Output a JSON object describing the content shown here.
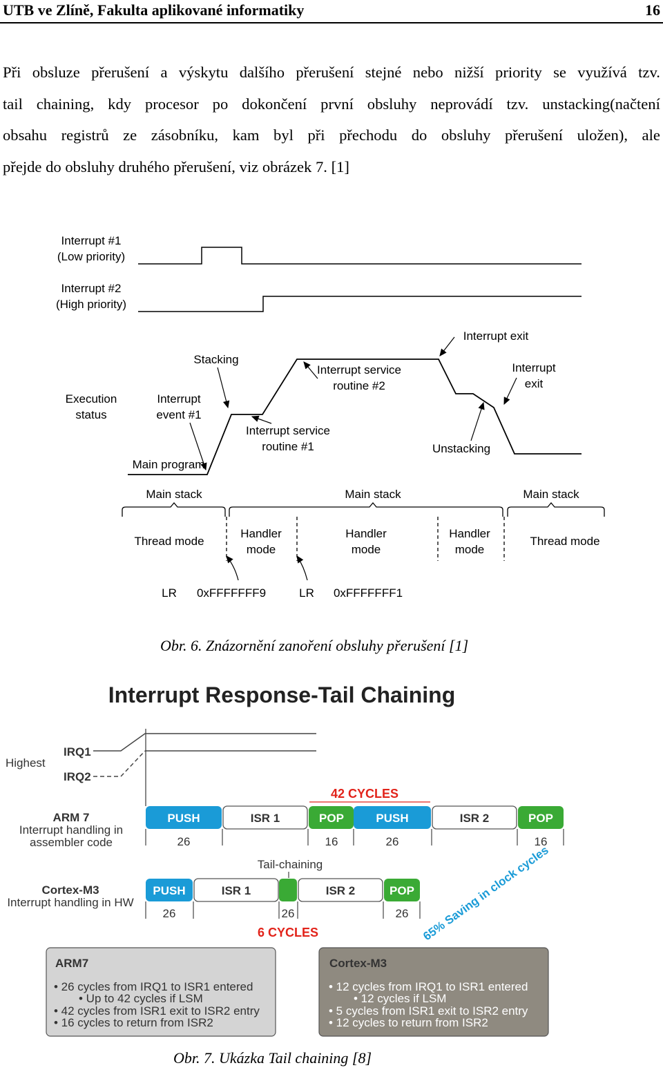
{
  "header": {
    "left": "UTB ve Zlíně, Fakulta aplikované informatiky",
    "right": "16"
  },
  "paragraph": {
    "lines": [
      "Při obsluze přerušení a výskytu dalšího přerušení stejné nebo nižší priority se využívá tzv.",
      "tail chaining, kdy procesor po dokončení první obsluhy neprovádí tzv. unstacking(načtení",
      "obsahu registrů ze zásobníku, kam byl při přechodu do obsluhy přerušení uložen), ale",
      "přejde do obsluhy druhého přerušení, viz obrázek 7. [1]"
    ]
  },
  "figure6": {
    "irq1": [
      "Interrupt #1",
      "(Low priority)"
    ],
    "irq2": [
      "Interrupt #2",
      "(High priority)"
    ],
    "exec_status": [
      "Execution",
      "status"
    ],
    "stacking": "Stacking",
    "interrupt_event": [
      "Interrupt",
      "event #1"
    ],
    "isr1": [
      "Interrupt service",
      "routine #1"
    ],
    "isr2": [
      "Interrupt service",
      "routine #2"
    ],
    "interrupt_exit_top": "Interrupt exit",
    "interrupt_exit_right": [
      "Interrupt",
      "exit"
    ],
    "unstacking": "Unstacking",
    "main_program": "Main program",
    "main_stack": [
      "Main stack",
      "Main stack",
      "Main stack"
    ],
    "thread_mode_1": "Thread mode",
    "handler_mode_1": [
      "Handler",
      "mode"
    ],
    "handler_mode_2": [
      "Handler",
      "mode"
    ],
    "handler_mode_3": [
      "Handler",
      "mode"
    ],
    "thread_mode_2": "Thread mode",
    "lr_1": "LR",
    "lr_val_1": "0xFFFFFFF9",
    "lr_2": "LR",
    "lr_val_2": "0xFFFFFFF1",
    "caption": "Obr. 6. Znázornění zanoření obsluhy přerušení [1]"
  },
  "figure7": {
    "title": "Interrupt Response-Tail Chaining",
    "highest": "Highest",
    "irq1": "IRQ1",
    "irq2": "IRQ2",
    "cycles_42": "42 CYCLES",
    "arm7_label": [
      "ARM 7",
      "Interrupt handling in",
      "assembler code"
    ],
    "arm7_blocks": [
      "PUSH",
      "ISR 1",
      "POP",
      "PUSH",
      "ISR 2",
      "POP"
    ],
    "arm7_counts": [
      "26",
      "16",
      "26",
      "16"
    ],
    "tail_chaining": "Tail-chaining",
    "m3_label": [
      "Cortex-M3",
      "Interrupt handling in HW"
    ],
    "m3_blocks": [
      "PUSH",
      "ISR 1",
      "ISR 2",
      "POP"
    ],
    "m3_counts": [
      "26",
      "26",
      "26"
    ],
    "cycles_6": "6 CYCLES",
    "saving": "65% Saving in clock cycles",
    "box_arm7": {
      "title": "ARM7",
      "items": [
        "• 26 cycles from IRQ1 to ISR1 entered",
        "• Up to 42 cycles if LSM",
        "• 42 cycles from ISR1 exit to ISR2 entry",
        "• 16 cycles to return from ISR2"
      ]
    },
    "box_m3": {
      "title": "Cortex-M3",
      "items": [
        "• 12 cycles from IRQ1 to ISR1 entered",
        "• 12 cycles if LSM",
        "• 5 cycles from ISR1 exit to ISR2 entry",
        "• 12 cycles to return from ISR2"
      ]
    },
    "caption": "Obr. 7. Ukázka Tail chaining [8]"
  },
  "colors": {
    "blue": "#1a9bd7",
    "green": "#3aaa35",
    "red": "#e2231a",
    "box_arm7": "#d4d4d4",
    "box_m3": "#8f8a80"
  }
}
